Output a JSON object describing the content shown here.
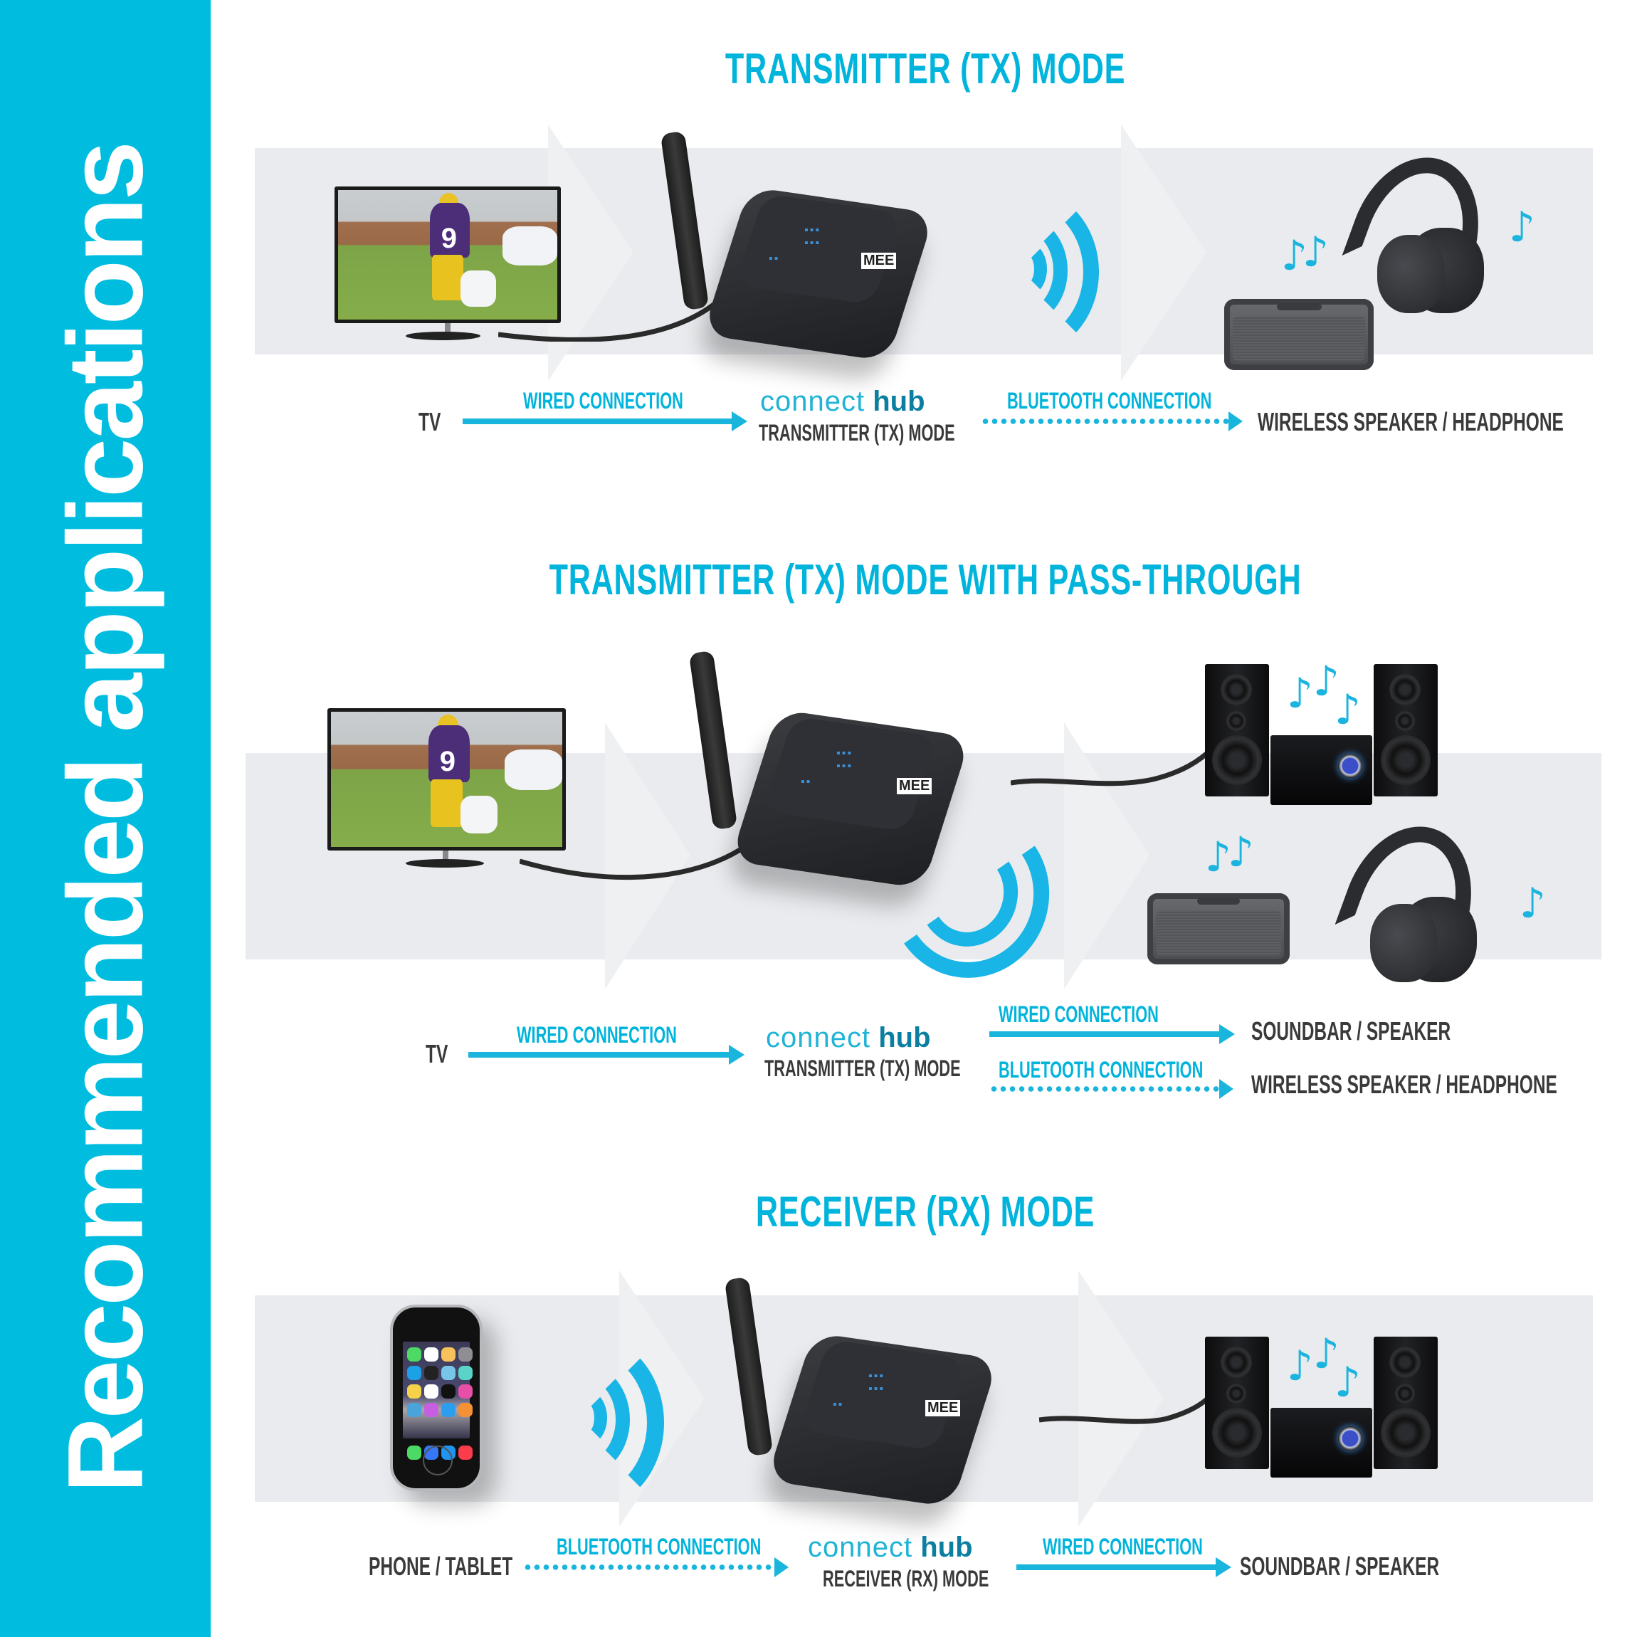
{
  "sidebar": {
    "title": "Recommended applications",
    "color": "#00bde0"
  },
  "accent_color": "#00b4dc",
  "text_color": "#3a3a3a",
  "sections": [
    {
      "title": "TRANSMITTER (TX) MODE",
      "source": "TV",
      "link1": {
        "label": "WIRED CONNECTION",
        "style": "solid"
      },
      "hub": {
        "brand_light": "connect",
        "brand_bold": "hub",
        "mode": "TRANSMITTER (TX) MODE"
      },
      "link2": {
        "label": "BLUETOOTH CONNECTION",
        "style": "dotted"
      },
      "destination": "WIRELESS SPEAKER / HEADPHONE"
    },
    {
      "title": "TRANSMITTER (TX) MODE WITH PASS-THROUGH",
      "source": "TV",
      "link1": {
        "label": "WIRED CONNECTION",
        "style": "solid"
      },
      "hub": {
        "brand_light": "connect",
        "brand_bold": "hub",
        "mode": "TRANSMITTER (TX) MODE"
      },
      "outputs": [
        {
          "label": "WIRED CONNECTION",
          "style": "solid",
          "destination": "SOUNDBAR / SPEAKER"
        },
        {
          "label": "BLUETOOTH CONNECTION",
          "style": "dotted",
          "destination": "WIRELESS SPEAKER / HEADPHONE"
        }
      ]
    },
    {
      "title": "RECEIVER (RX) MODE",
      "source": "PHONE / TABLET",
      "link1": {
        "label": "BLUETOOTH CONNECTION",
        "style": "dotted"
      },
      "hub": {
        "brand_light": "connect",
        "brand_bold": "hub",
        "mode": "RECEIVER (RX) MODE"
      },
      "link2": {
        "label": "WIRED CONNECTION",
        "style": "solid"
      },
      "destination": "SOUNDBAR / SPEAKER"
    }
  ],
  "device": {
    "logo": "MEE",
    "tv_jersey": "9"
  },
  "icons": {
    "music_note": "♪"
  }
}
